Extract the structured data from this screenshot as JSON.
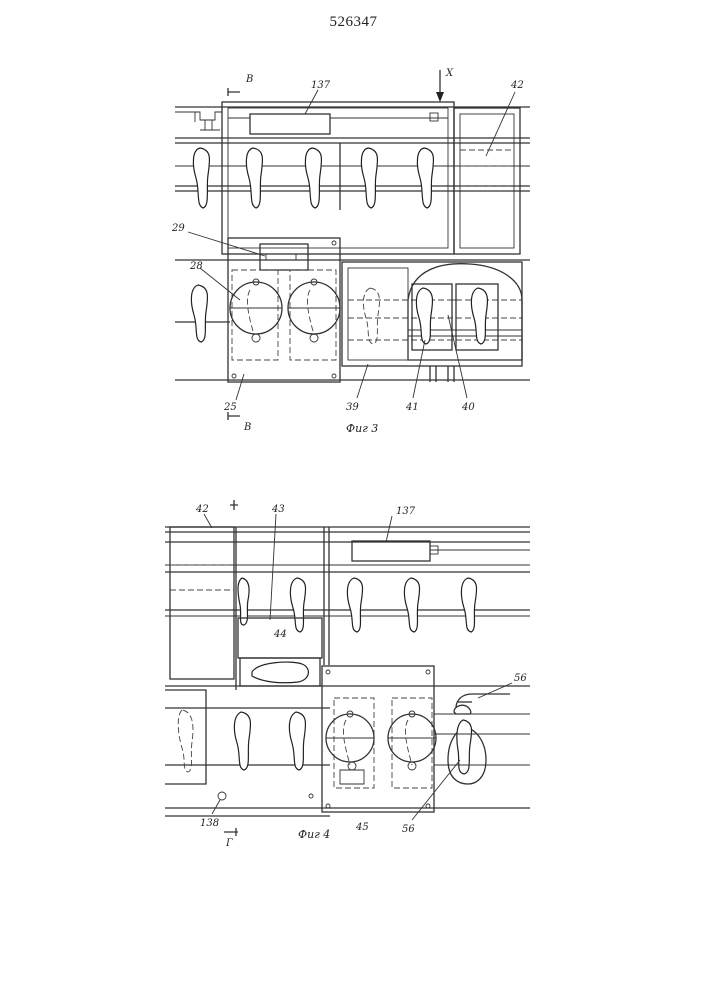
{
  "header": {
    "patent_number": "526347"
  },
  "figure3": {
    "caption": "Фиг 3",
    "section_mark_top": "В",
    "section_mark_bottom": "В",
    "labels": {
      "l137": "137",
      "l42": "42",
      "l29": "29",
      "l28": "28",
      "l25": "25",
      "l39": "39",
      "l41": "41",
      "l40": "40",
      "lx": "Х"
    }
  },
  "figure4": {
    "caption": "Фиг 4",
    "section_mark_bottom": "Г",
    "labels": {
      "l42": "42",
      "l43": "43",
      "l137": "137",
      "l44": "44",
      "l56a": "56",
      "l56b": "56",
      "l138": "138",
      "l45": "45"
    }
  }
}
